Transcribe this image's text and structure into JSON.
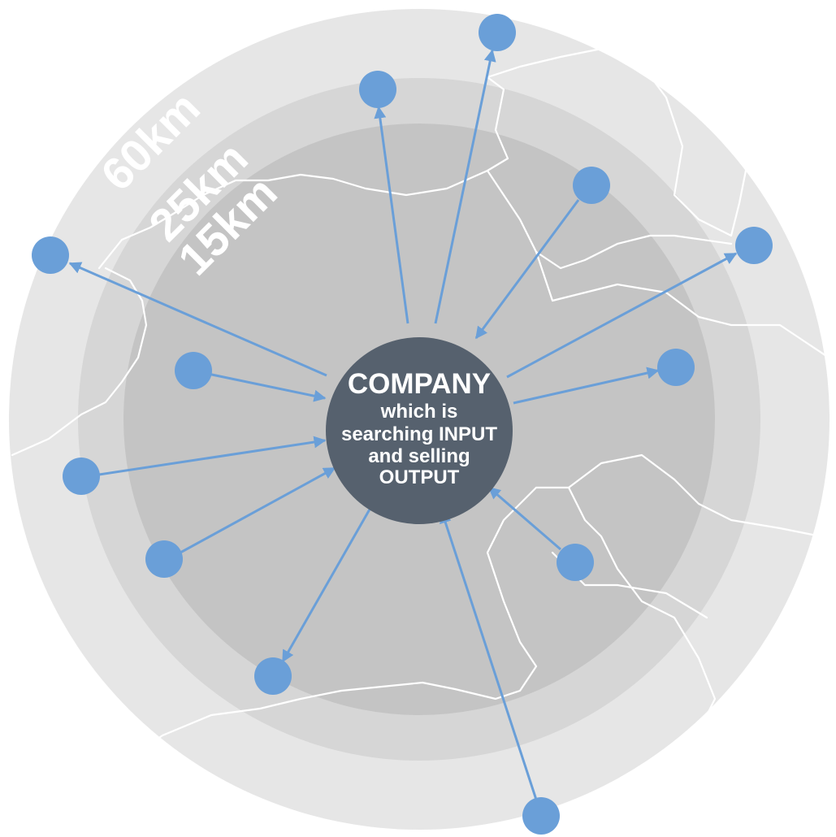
{
  "diagram": {
    "rings": [
      {
        "label": "60km",
        "color": "#e6e6e6"
      },
      {
        "label": "25km",
        "color": "#d6d6d6"
      },
      {
        "label": "15km",
        "color": "#c4c4c4"
      }
    ],
    "center": {
      "title": "COMPANY",
      "lines": [
        "which is",
        "searching INPUT",
        "and selling",
        "OUTPUT"
      ],
      "color": "#56616e"
    },
    "node_color": "#6a9fd8",
    "arrow_color": "#6a9fd8",
    "connections": [
      {
        "id": "north-top",
        "direction": "outgoing"
      },
      {
        "id": "north",
        "direction": "outgoing"
      },
      {
        "id": "north-east",
        "direction": "incoming"
      },
      {
        "id": "east-top",
        "direction": "outgoing"
      },
      {
        "id": "east",
        "direction": "outgoing"
      },
      {
        "id": "south-east",
        "direction": "incoming"
      },
      {
        "id": "south-bottom",
        "direction": "incoming"
      },
      {
        "id": "south-west",
        "direction": "outgoing"
      },
      {
        "id": "west-low",
        "direction": "incoming"
      },
      {
        "id": "west",
        "direction": "incoming"
      },
      {
        "id": "west-inner",
        "direction": "incoming"
      },
      {
        "id": "north-west",
        "direction": "outgoing"
      }
    ]
  }
}
